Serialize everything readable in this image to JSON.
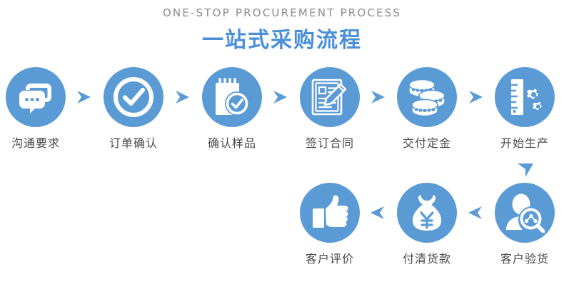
{
  "header": {
    "english_title": "ONE-STOP PROCUREMENT PROCESS",
    "chinese_title": "一站式采购流程"
  },
  "colors": {
    "accent_blue": "#5b9bd5",
    "title_blue": "#4a90d9",
    "label_gray": "#4a4a4a",
    "subtitle_gray": "#8c8c8c",
    "background": "#ffffff"
  },
  "flow": {
    "row1": [
      {
        "label": "沟通要求",
        "icon": "chat-bubbles-icon"
      },
      {
        "label": "订单确认",
        "icon": "check-circle-icon"
      },
      {
        "label": "确认样品",
        "icon": "notepad-check-icon"
      },
      {
        "label": "签订合同",
        "icon": "document-pencil-icon"
      },
      {
        "label": "交付定金",
        "icon": "coins-stack-icon"
      },
      {
        "label": "开始生产",
        "icon": "ruler-gears-icon"
      }
    ],
    "row2": [
      {
        "label": "客户评价",
        "icon": "thumbs-up-icon"
      },
      {
        "label": "付清货款",
        "icon": "money-bag-yuan-icon"
      },
      {
        "label": "客户验货",
        "icon": "person-magnifier-icon"
      }
    ],
    "connectors": {
      "row1_direction": "right",
      "row2_direction": "left",
      "vertical_direction": "down"
    }
  }
}
